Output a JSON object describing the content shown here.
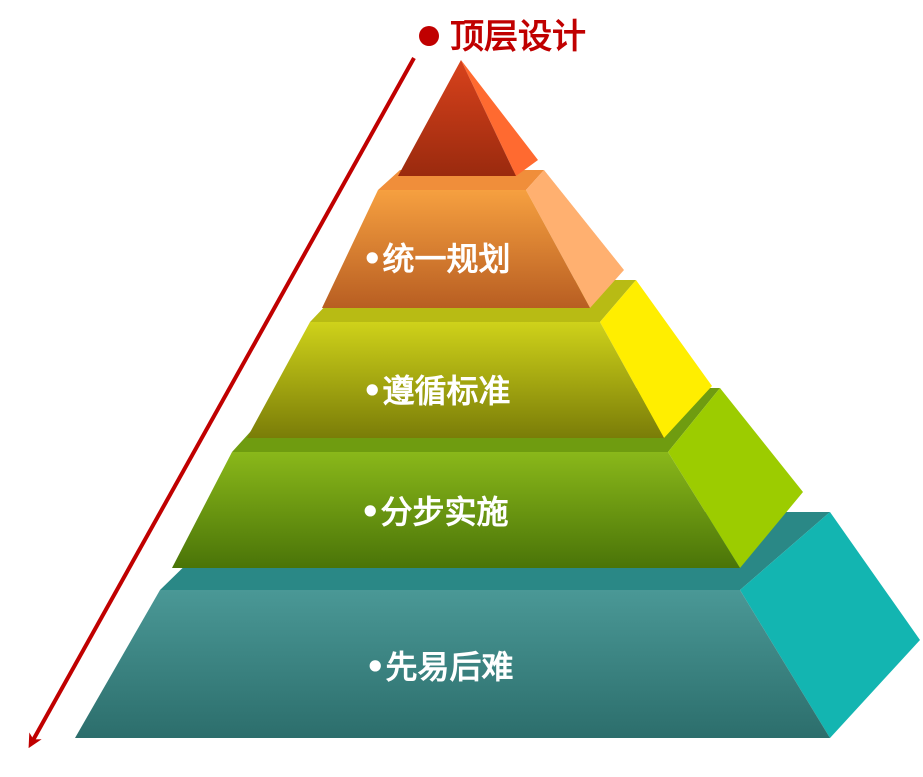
{
  "title": "顶层设计",
  "colors": {
    "title": "#c00000",
    "arrow": "#c00000",
    "label": "#ffffff"
  },
  "layers": [
    {
      "label": "",
      "front": "#c0391a",
      "side": "#ff6a30",
      "top": "#e0502a",
      "icon": ""
    },
    {
      "label": "•统一规划",
      "front": "#e07f2a",
      "side": "#ffb070",
      "top": "#f29a48"
    },
    {
      "label": "•遵循标准",
      "front": "#a9ae10",
      "side": "#ffee00",
      "top": "#c6c820"
    },
    {
      "label": "•分步实施",
      "front": "#6a9a10",
      "side": "#9ccc00",
      "top": "#7aa818"
    },
    {
      "label": "•先易后难",
      "front": "#3f8e8c",
      "side": "#13b5b1",
      "top": "#2b8f8d"
    }
  ],
  "arrow": {
    "start_marker": "circle-dot",
    "direction": "down"
  }
}
